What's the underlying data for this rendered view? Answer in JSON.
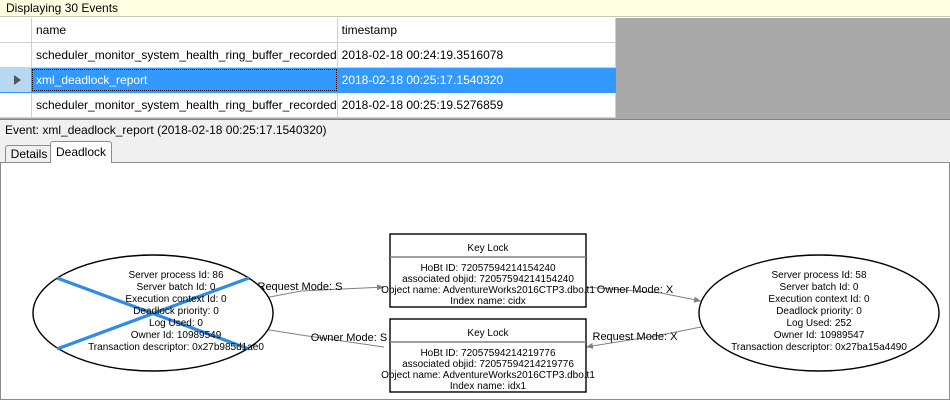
{
  "banner": {
    "text": "Displaying 30 Events"
  },
  "grid": {
    "columns": [
      "",
      "name",
      "timestamp"
    ],
    "rows": [
      {
        "selected": false,
        "marker": "",
        "name": "scheduler_monitor_system_health_ring_buffer_recorded",
        "timestamp": "2018-02-18 00:24:19.3516078"
      },
      {
        "selected": true,
        "marker": "row-selector-arrow-icon",
        "name": "xml_deadlock_report",
        "timestamp": "2018-02-18 00:25:17.1540320"
      },
      {
        "selected": false,
        "marker": "",
        "name": "scheduler_monitor_system_health_ring_buffer_recorded",
        "timestamp": "2018-02-18 00:25:19.5276859"
      }
    ]
  },
  "event_caption": {
    "text": "Event: xml_deadlock_report (2018-02-18 00:25:17.1540320)"
  },
  "tabs": [
    {
      "label": "Details",
      "active": false
    },
    {
      "label": "Deadlock",
      "active": true
    }
  ],
  "deadlock_graph": {
    "victim_process": {
      "lines": [
        "Server process Id: 86",
        "Server batch Id: 0",
        "Execution context Id: 0",
        "Deadlock priority: 0",
        "Log Used: 0",
        "Owner Id: 10989549",
        "Transaction descriptor: 0x27b985d1ae0"
      ],
      "is_victim": true,
      "victim_cross_color": "#2e8ce6"
    },
    "surviving_process": {
      "lines": [
        "Server process Id: 58",
        "Server batch Id: 0",
        "Execution context Id: 0",
        "Deadlock priority: 0",
        "Log Used: 252",
        "Owner Id: 10989547",
        "Transaction descriptor: 0x27ba15a4490"
      ],
      "is_victim": false
    },
    "resources": [
      {
        "title": "Key Lock",
        "lines": [
          "HoBt ID: 72057594214154240",
          "associated objid: 72057594214154240",
          "Object name: AdventureWorks2016CTP3.dbo.t1",
          "Index name: cidx"
        ]
      },
      {
        "title": "Key Lock",
        "lines": [
          "HoBt ID: 72057594214219776",
          "associated objid: 72057594214219776",
          "Object name: AdventureWorks2016CTP3.dbo.t1",
          "Index name: idx1"
        ]
      }
    ],
    "edges": [
      {
        "label": "Request Mode: S",
        "side": "left",
        "position": "top"
      },
      {
        "label": "Owner Mode: S",
        "side": "left",
        "position": "bottom"
      },
      {
        "label": "Owner Mode: X",
        "side": "right",
        "position": "top"
      },
      {
        "label": "Request Mode: X",
        "side": "right",
        "position": "bottom"
      }
    ]
  }
}
